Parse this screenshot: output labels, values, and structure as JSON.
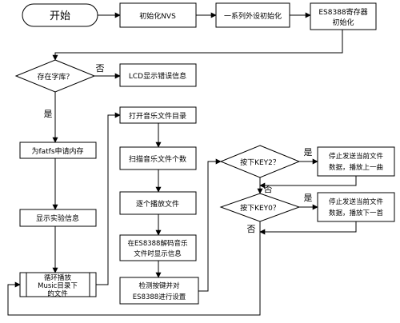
{
  "nodes": {
    "start": "开始",
    "init_nvs": "初始化NVS",
    "init_periph": "一系列外设初始化",
    "init_es8388_l1": "ES8388寄存器",
    "init_es8388_l2": "初始化",
    "check_font": "存在字库？",
    "lcd_error": "LCD显示错误信息",
    "fatfs_mem": "为fatfs申请内存",
    "show_info": "显示实验信息",
    "loop_l1": "循环播放",
    "loop_l2": "Music目录下",
    "loop_l3": "的文件",
    "open_dir": "打开音乐文件目录",
    "scan_files": "扫描音乐文件个数",
    "play_each": "逐个播放文件",
    "decode_l1": "在ES8388解码音乐",
    "decode_l2": "文件时显示信息",
    "detect_l1": "检测按键并对",
    "detect_l2": "ES8388进行设置",
    "key2": "按下KEY2？",
    "key0": "按下KEY0？",
    "stop_prev_l1": "停止发送当前文件",
    "stop_prev_l2": "数据，播放上一曲",
    "stop_next_l1": "停止发送当前文件",
    "stop_next_l2": "数据，播放下一首"
  },
  "labels": {
    "yes": "是",
    "no": "否"
  }
}
